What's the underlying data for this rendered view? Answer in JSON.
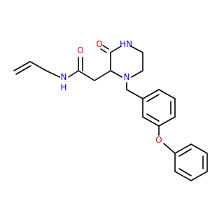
{
  "molecule": {
    "atoms": [
      {
        "id": "O1",
        "text": "O",
        "color": "#ff0000"
      },
      {
        "id": "O2",
        "text": "O",
        "color": "#ff0000"
      },
      {
        "id": "O3",
        "text": "O",
        "color": "#ff0000"
      },
      {
        "id": "N1",
        "text": "HN",
        "color": "#0000ff"
      },
      {
        "id": "N2",
        "text": "N",
        "color": "#0000ff"
      },
      {
        "id": "N3",
        "text": "N",
        "color": "#0000ff"
      },
      {
        "id": "H1",
        "text": "H",
        "color": "#0000ff"
      }
    ]
  }
}
